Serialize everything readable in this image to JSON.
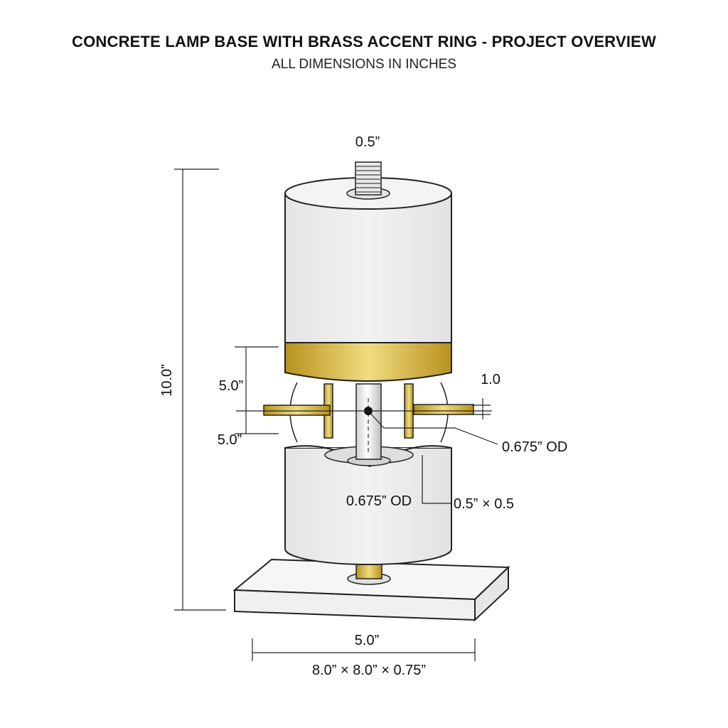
{
  "header": {
    "title": "CONCRETE LAMP BASE WITH BRASS ACCENT RING - PROJECT OVERVIEW",
    "subtitle": "ALL DIMENSIONS IN INCHES"
  },
  "labels": {
    "rod_top": "0.5”",
    "overall_height": "10.0”",
    "upper_gap": "5.0”",
    "lower_gap": "5.0”",
    "ring_thickness": "1.0",
    "tube_od_right": "0.675” OD",
    "tube_od_center": "0.675” OD",
    "hole_size": "0.5” × 0.5",
    "bottom_width": "5.0”",
    "plate_size": "8.0” × 8.0” × 0.75”"
  },
  "colors": {
    "concrete": "#ececec",
    "brass": "#c9a830",
    "line": "#222222"
  }
}
